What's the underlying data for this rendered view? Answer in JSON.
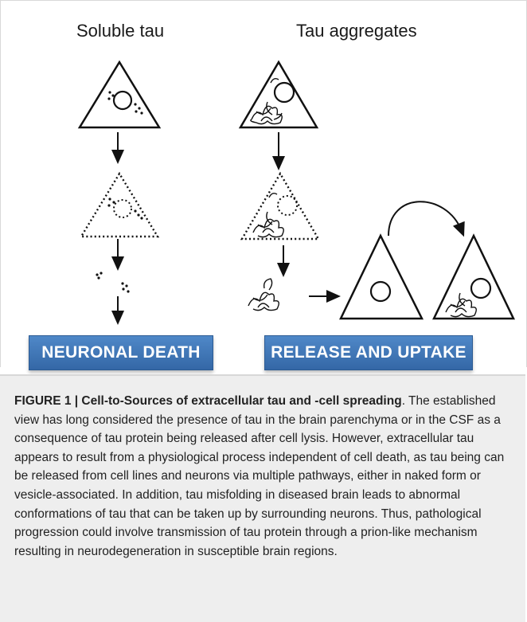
{
  "diagram": {
    "left_title": "Soluble tau",
    "right_title": "Tau aggregates",
    "left_box": "NEURONAL DEATH",
    "right_box": "RELEASE AND UPTAKE",
    "box_color": "#3f78ba"
  },
  "caption": {
    "label": "FIGURE 1 | Cell-to-Sources of extracellular tau and -cell spreading",
    "text": ". The established view has long considered the presence of tau in the brain parenchyma or in the CSF as a consequence of tau protein being released after cell lysis. However, extracellular tau appears to result from a physiological process independent of cell death, as tau being can be released from cell lines and neurons via multiple pathways, either in naked form or vesicle-associated. In addition, tau misfolding in diseased brain leads to abnormal conformations of tau that can be taken up by surrounding neurons. Thus, pathological progression could involve transmission of tau protein through a prion-like mechanism resulting in neurodegeneration in susceptible brain regions."
  }
}
